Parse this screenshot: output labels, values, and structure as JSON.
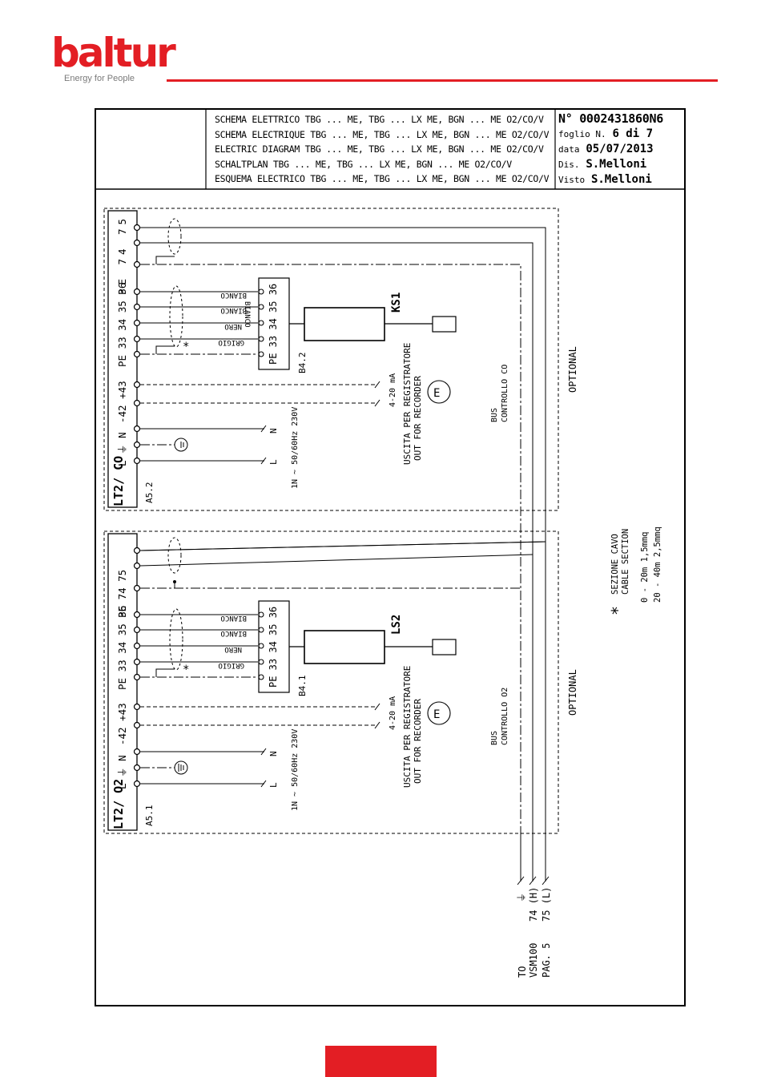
{
  "brand": {
    "name": "baltur",
    "tagline": "Energy for People",
    "color": "#e31e24"
  },
  "title_block": {
    "lines": [
      "SCHEMA ELETTRICO TBG ... ME, TBG ... LX ME, BGN ... ME O2/CO/V",
      "SCHEMA ELECTRIQUE TBG ... ME, TBG ... LX ME, BGN ... ME O2/CO/V",
      "ELECTRIC DIAGRAM TBG ... ME, TBG ... LX ME, BGN ... ME O2/CO/V",
      "SCHALTPLAN TBG ... ME, TBG ... LX ME, BGN ... ME O2/CO/V",
      "ESQUEMA ELECTRICO TBG ... ME, TBG ... LX ME, BGN ... ME O2/CO/V"
    ],
    "number": "N° 0002431860N6",
    "sheet_label": "foglio N.",
    "sheet_value": "6 di 7",
    "date_label": "data",
    "date_value": "05/07/2013",
    "drawn_label": "Dis.",
    "drawn_value": "S.Melloni",
    "checked_label": "Visto",
    "checked_value": "S.Melloni"
  },
  "diagram": {
    "upper": {
      "module_name": "LT2/ CO",
      "module_ref": "A5.2",
      "terminals_a": "PE  74 75",
      "terminals_b": "PE 33 34 35 36",
      "terminals_c": "-42 +43",
      "terminals_d": "L  ⏚  N",
      "sensor_terms": "PE 33 34 35 36",
      "sensor_ref": "B4.2",
      "sensor_name": "KS1",
      "bus_line1": "BUS",
      "bus_line2": "CONTROLLO CO",
      "optional": "OPTIONAL"
    },
    "lower": {
      "module_name": "LT2/ O2",
      "module_ref": "A5.1",
      "terminals_a": "PE  74 75",
      "terminals_b": "PE 33 34 35 36",
      "terminals_c": "-42 +43",
      "terminals_d": "L  ⏚  N",
      "sensor_terms": "PE 33 34 35 36",
      "sensor_ref": "B4.1",
      "sensor_name": "LS2",
      "bus_line1": "BUS",
      "bus_line2": "CONTROLLO O2",
      "optional": "OPTIONAL"
    },
    "wire_colors": [
      "BIANCO",
      "BIANCO",
      "NERO",
      "GRIGIO"
    ],
    "signal": "4-20 mA",
    "recorder_it": "USCITA PER REGISTRATORE",
    "recorder_en": "OUT FOR RECORDER",
    "recorder_symbol": "E",
    "supply": "1N ~ 50/60Hz 230V",
    "supply_N": "N",
    "supply_L": "L",
    "cable_note": {
      "star": "*",
      "title_it": "SEZIONE CAVO",
      "title_en": "CABLE SECTION",
      "row1": "0 - 20m  1,5mmq",
      "row2": "20 - 40m  2,5mmq"
    },
    "bus_out": {
      "pe": "⏚",
      "h": "74 (H)",
      "l": "75 (L)",
      "to1": "TO",
      "to2": "VSM100",
      "to3": "PAG. 5"
    }
  }
}
